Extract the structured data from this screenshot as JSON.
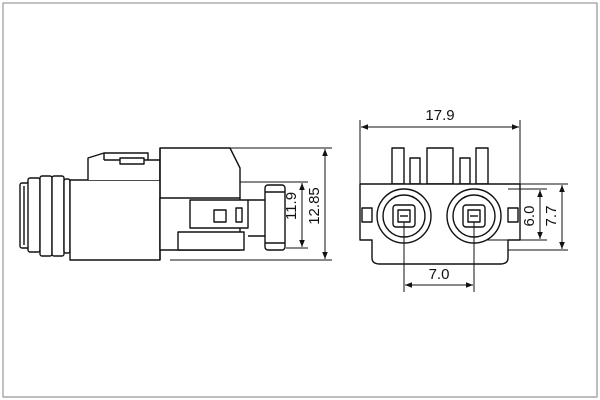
{
  "dimensions": {
    "side_height_inner": "11.9",
    "side_height_outer": "12.85",
    "front_width": "17.9",
    "front_pitch": "7.0",
    "front_height_inner": "6.0",
    "front_height_outer": "7.7"
  },
  "colors": {
    "line": "#111111",
    "background": "#ffffff",
    "frame_border": "#999999",
    "frame_shadow": "#bdbdbd"
  }
}
